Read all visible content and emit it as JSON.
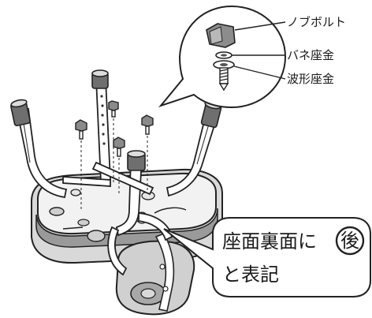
{
  "labels": {
    "knob_bolt": "ノブボルト",
    "spring_washer": "バネ座金",
    "wave_washer": "波形座金"
  },
  "note": {
    "line1": "座面裏面に",
    "rear_mark": "後",
    "line2": "と表記"
  },
  "seat_mark": "後"
}
